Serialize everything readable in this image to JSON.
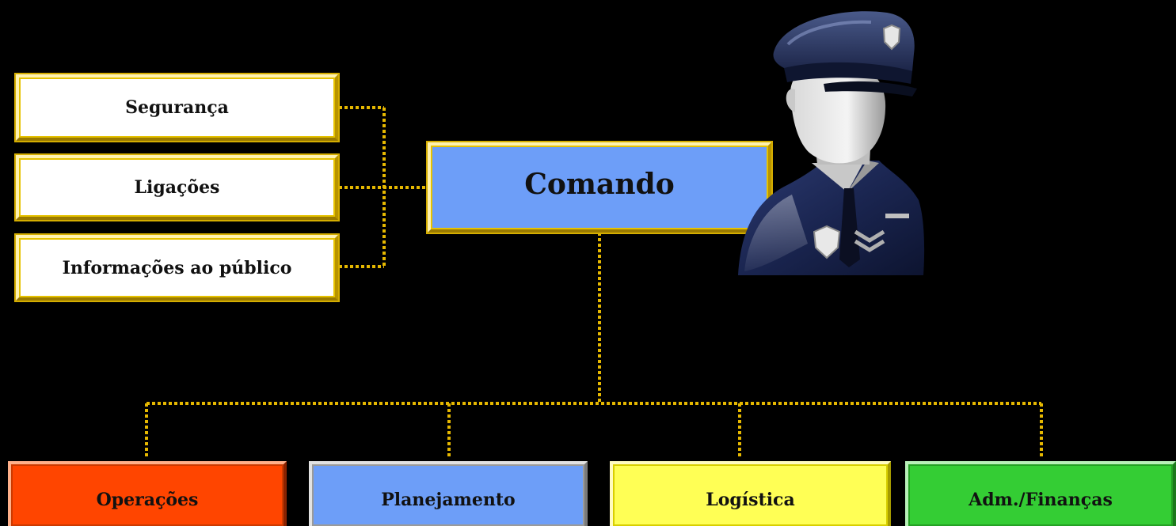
{
  "diagram": {
    "top_node": {
      "label": "Comando"
    },
    "staff_nodes": [
      {
        "label": "Segurança"
      },
      {
        "label": "Ligações"
      },
      {
        "label": "Informações ao público"
      }
    ],
    "section_nodes": [
      {
        "label": "Operações",
        "color": "#ff4500"
      },
      {
        "label": "Planejamento",
        "color": "#6d9ef8"
      },
      {
        "label": "Logística",
        "color": "#ffff55"
      },
      {
        "label": "Adm./Finanças",
        "color": "#34cd34"
      }
    ],
    "connector_color": "#e6b800",
    "officer_icon": "police-officer-icon"
  }
}
